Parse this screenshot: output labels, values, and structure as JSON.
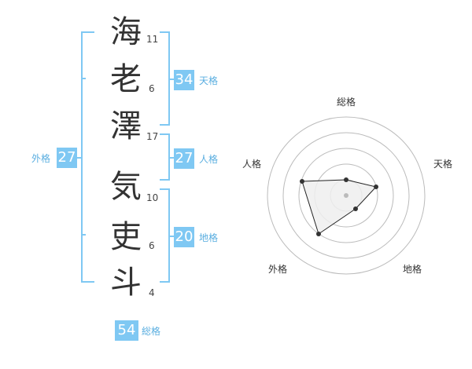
{
  "name": {
    "chars": [
      {
        "char": "海",
        "strokes": "11"
      },
      {
        "char": "老",
        "strokes": "6"
      },
      {
        "char": "澤",
        "strokes": "17"
      },
      {
        "char": "気",
        "strokes": "10"
      },
      {
        "char": "吏",
        "strokes": "6"
      },
      {
        "char": "斗",
        "strokes": "4"
      }
    ]
  },
  "fortune": {
    "tenkaku": {
      "label": "天格",
      "value": "34"
    },
    "jinkaku": {
      "label": "人格",
      "value": "27"
    },
    "chikaku": {
      "label": "地格",
      "value": "20"
    },
    "gaikaku": {
      "label": "外格",
      "value": "27"
    },
    "soukaku": {
      "label": "総格",
      "value": "54"
    }
  },
  "radar": {
    "labels": {
      "top": "総格",
      "upper_right": "天格",
      "lower_right": "地格",
      "lower_left": "外格",
      "upper_left": "人格"
    },
    "colors": {
      "ring": "#bbbbbb",
      "fill": "#eeeeee",
      "stroke": "#222222",
      "center": "#bbbbbb"
    }
  }
}
